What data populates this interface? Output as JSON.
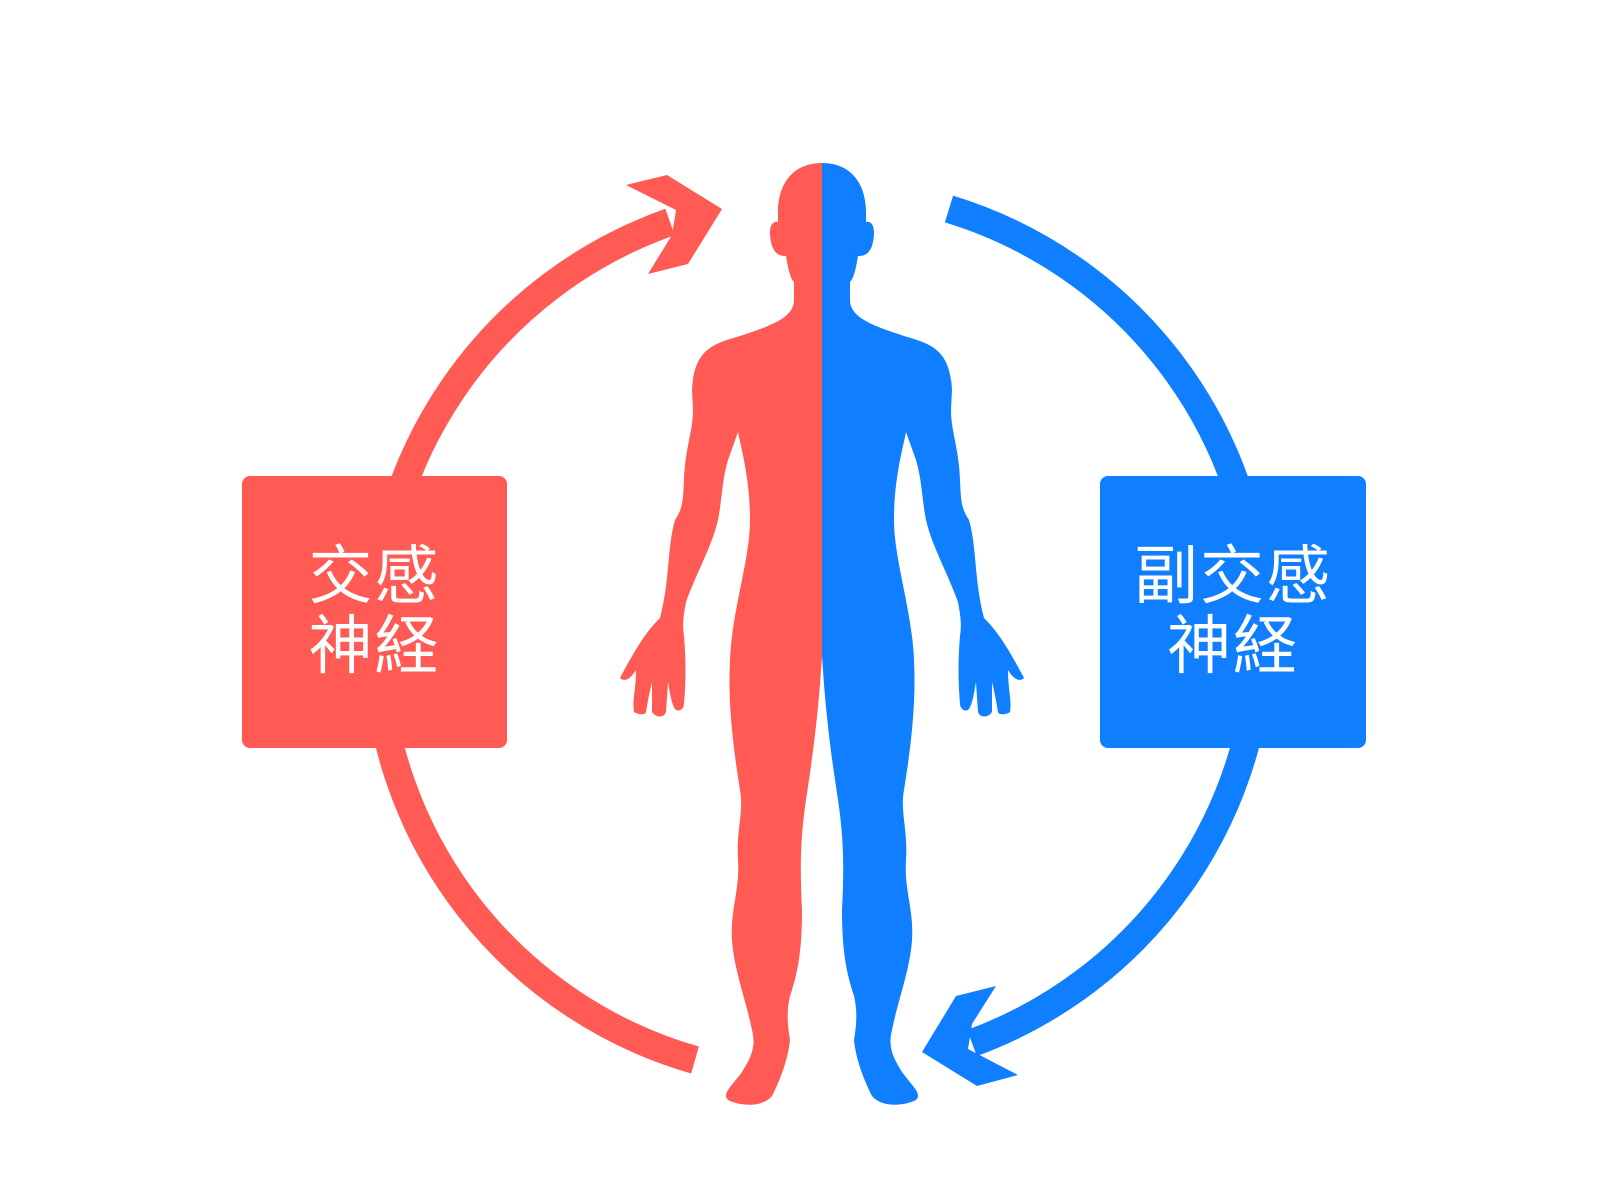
{
  "colors": {
    "sympathetic": "#FF5A54",
    "parasympathetic": "#0F7FFF",
    "background": "#FFFFFF",
    "label_text": "#FFFFFF"
  },
  "left_box": {
    "line1": "交感",
    "line2": "神経"
  },
  "right_box": {
    "line1": "副交感",
    "line2": "神経"
  },
  "figure": {
    "left_half": "sympathetic",
    "right_half": "parasympathetic"
  },
  "arrows": {
    "left": "up-right",
    "right": "down-left"
  }
}
